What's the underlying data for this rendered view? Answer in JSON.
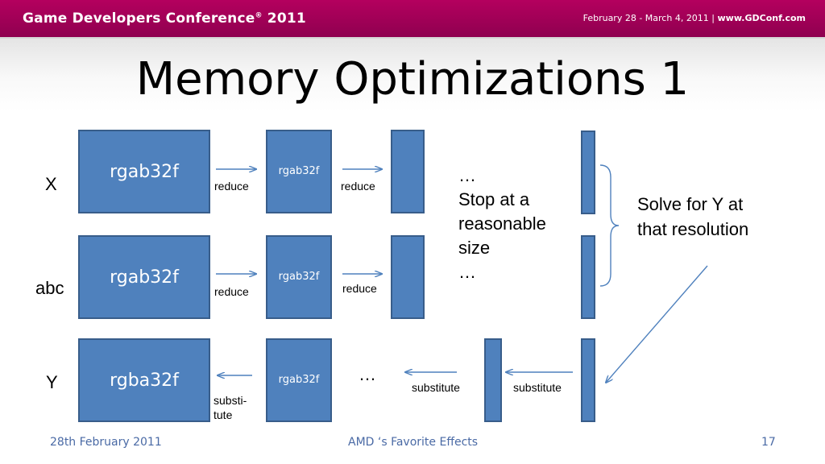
{
  "header": {
    "conference": "Game Developers Conference",
    "reg": "®",
    "year": " 2011",
    "dates": "February 28 - March 4, 2011 | ",
    "site": "www.GDConf.com"
  },
  "title": "Memory Optimizations 1",
  "rows": {
    "x_label": "X",
    "abc_label": "abc",
    "y_label": "Y"
  },
  "boxes": {
    "x_big": "rgab32f",
    "x_mid": "rgab32f",
    "abc_big": "rgab32f",
    "abc_mid": "rgab32f",
    "y_big": "rgba32f",
    "y_mid": "rgab32f"
  },
  "arrow_labels": {
    "x_reduce_1": "reduce",
    "x_reduce_2": "reduce",
    "abc_reduce_1": "reduce",
    "abc_reduce_2": "reduce",
    "y_substitute_left_line1": "substi-",
    "y_substitute_left_line2": "tute",
    "y_substitute_mid": "substitute",
    "y_substitute_right": "substitute",
    "y_ellipsis": "…"
  },
  "notes": {
    "ellipsis_top": "…",
    "stop_line1": "Stop at a",
    "stop_line2": "reasonable",
    "stop_line3": "size",
    "ellipsis_bottom": "…",
    "solve_line1": "Solve for Y at",
    "solve_line2": "that resolution"
  },
  "footer": {
    "date": "28th February 2011",
    "center": "AMD ‘s Favorite Effects",
    "page": "17"
  },
  "colors": {
    "header_bar": "#a0005a",
    "box_fill": "#4f81bd",
    "box_border": "#385d8a",
    "arrow": "#4f81bd",
    "footer_text": "#4a6aa5"
  }
}
